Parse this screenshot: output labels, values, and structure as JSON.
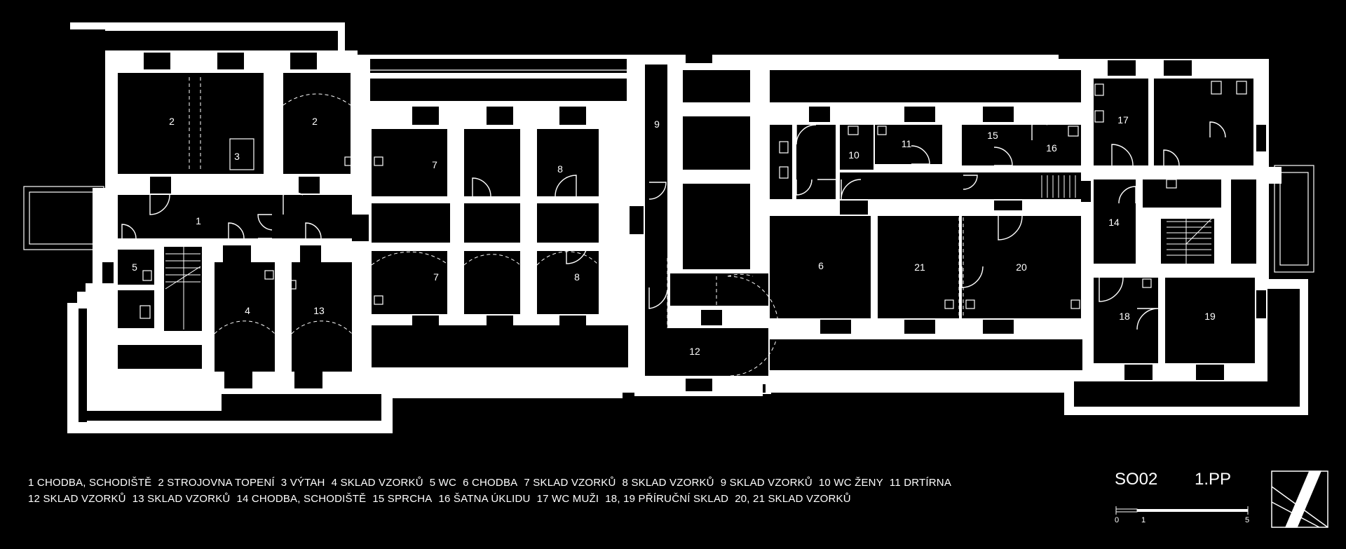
{
  "rooms": [
    {
      "id": "r2a",
      "label": "2"
    },
    {
      "id": "r2b",
      "label": "2"
    },
    {
      "id": "r3",
      "label": "3"
    },
    {
      "id": "r1",
      "label": "1"
    },
    {
      "id": "r5",
      "label": "5"
    },
    {
      "id": "r4",
      "label": "4"
    },
    {
      "id": "r13",
      "label": "13"
    },
    {
      "id": "r7a",
      "label": "7"
    },
    {
      "id": "r7b",
      "label": "7"
    },
    {
      "id": "r8a",
      "label": "8"
    },
    {
      "id": "r8b",
      "label": "8"
    },
    {
      "id": "r9",
      "label": "9"
    },
    {
      "id": "r12",
      "label": "12"
    },
    {
      "id": "r10",
      "label": "10"
    },
    {
      "id": "r11",
      "label": "11"
    },
    {
      "id": "r15",
      "label": "15"
    },
    {
      "id": "r16",
      "label": "16"
    },
    {
      "id": "r17",
      "label": "17"
    },
    {
      "id": "r14",
      "label": "14"
    },
    {
      "id": "r6",
      "label": "6"
    },
    {
      "id": "r21",
      "label": "21"
    },
    {
      "id": "r20",
      "label": "20"
    },
    {
      "id": "r18",
      "label": "18"
    },
    {
      "id": "r19",
      "label": "19"
    }
  ],
  "legend": {
    "line1": [
      "1 CHODBA, SCHODIŠTĚ",
      "2 STROJOVNA TOPENÍ",
      "3 VÝTAH",
      "4 SKLAD VZORKŮ",
      "5 WC",
      "6 CHODBA",
      "7 SKLAD VZORKŮ",
      "8 SKLAD VZORKŮ",
      "9 SKLAD VZORKŮ",
      "10 WC ŽENY",
      "11 DRTÍRNA"
    ],
    "line2": [
      "12 SKLAD VZORKŮ",
      "13 SKLAD VZORKŮ",
      "14 CHODBA, SCHODIŠTĚ",
      "15 SPRCHA",
      "16 ŠATNA ÚKLIDU",
      "17 WC MUŽI",
      "18, 19 PŘÍRUČNÍ SKLAD",
      "20, 21 SKLAD VZORKŮ"
    ]
  },
  "titleblock": {
    "building": "SO02",
    "floor": "1.PP",
    "scale": {
      "ticks": [
        "0",
        "1",
        "5"
      ]
    }
  }
}
